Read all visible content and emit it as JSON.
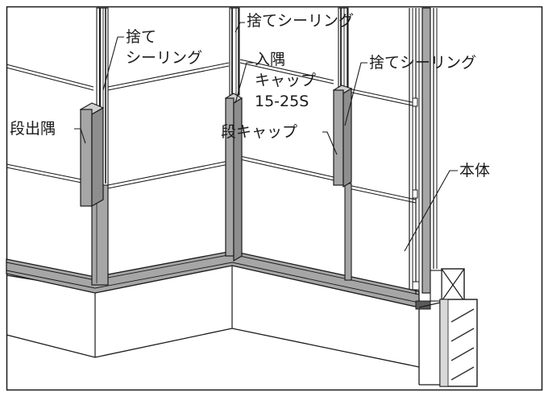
{
  "diagram": {
    "labels": {
      "sute_sealing_left_l1": "捨て",
      "sute_sealing_left_l2": "シーリング",
      "sute_sealing_top": "捨てシーリング",
      "irisumi_l1": "入隅",
      "irisumi_l2": "キャップ",
      "irisumi_l3": "15-25S",
      "sute_sealing_right": "捨てシーリング",
      "dan_desumi": "段出隅",
      "dan_cap": "段キャップ",
      "hontai": "本体"
    },
    "colors": {
      "line": "#1a1a1a",
      "metal_gray": "#a6a6a6",
      "dark_gray": "#5a5a5a",
      "hatch": "#333333",
      "paper": "#ffffff"
    }
  }
}
